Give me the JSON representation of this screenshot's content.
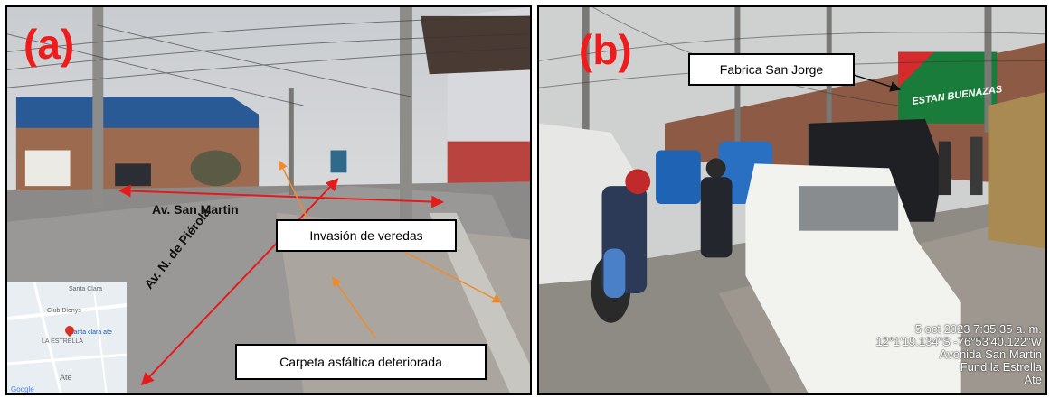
{
  "panel_a": {
    "letter": "(a)",
    "street_label_1": "Av. San Martin",
    "street_label_2": "Av. N. de Piérola",
    "label_sidewalk": "Invasión de veredas",
    "label_asphalt": "Carpeta asfáltica deteriorada",
    "map": {
      "place_1": "Santa Clara",
      "place_2": "Club Dionys",
      "place_3": "santa clara ate",
      "place_4": "LA ESTRELLA",
      "place_5": "Ate",
      "logo": "Google"
    }
  },
  "panel_b": {
    "letter": "(b)",
    "label_factory": "Fabrica San Jorge",
    "billboard_text": "ESTAN BUENAZAS",
    "timestamp_lines": [
      "5 oct 2023 7:35:35 a. m.",
      "12°1'19.134\"S -76°53'40.122\"W",
      "Avenida San Martin",
      "Fund la Estrella",
      "Ate"
    ]
  },
  "colors": {
    "letter_red": "#ee1c1c",
    "arrow_red": "#e41b1b",
    "arrow_orange": "#f08a2c",
    "arrow_black": "#111111"
  }
}
